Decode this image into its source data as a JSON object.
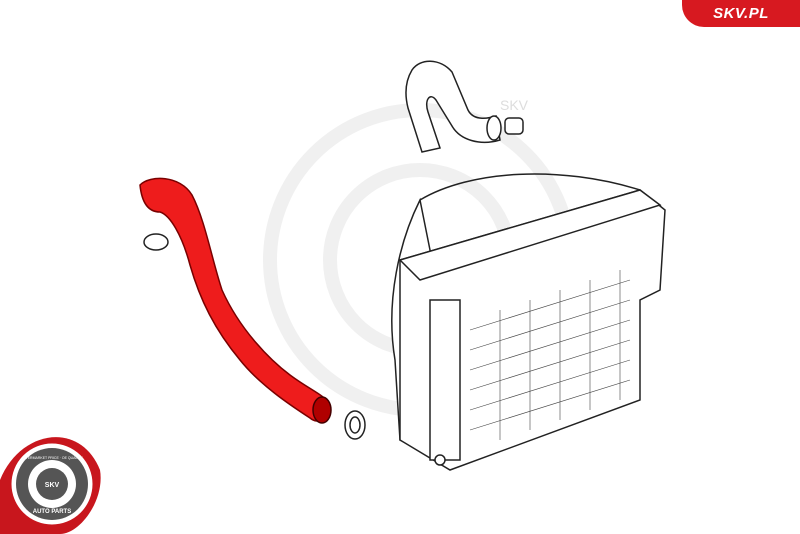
{
  "brand": {
    "site_label": "SKV.PL",
    "accent": "#d71920"
  },
  "badge": {
    "top_text": "AFTERMARKET PRICE · OE QUALITY",
    "center_text": "SKV",
    "bottom_text": "AUTO PARTS"
  },
  "watermark": {
    "text": "SKV"
  },
  "hose": {
    "color": "#ee1c1c"
  }
}
